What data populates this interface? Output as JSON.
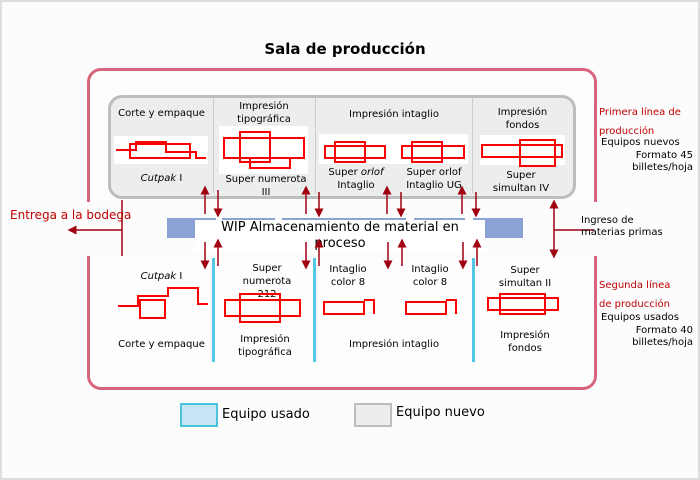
{
  "title": "Sala de producción",
  "top_line": {
    "sections": [
      "Corte y empaque",
      "Impresión tipográfica",
      "Impresión intaglio",
      "Impresión fondos"
    ],
    "machines": {
      "cutpak": "Cutpak",
      "cutpak_num": "I",
      "numerota": "Super numerota III",
      "orlof1_a": "Super",
      "orlof1_b": "orlof",
      "orlof1_c": "Intaglio",
      "orlof2": "Super orlof Intaglio UG",
      "simultan": "Super simultan IV"
    }
  },
  "wip": "WIP Almacenamiento de material en proceso",
  "bottom_line": {
    "sections": [
      "Corte y empaque",
      "Impresión tipográfica",
      "Impresión intaglio",
      "Impresión fondos"
    ],
    "machines": {
      "cutpak": "Cutpak",
      "cutpak_num": "I",
      "numerota": "Super numerota 212",
      "intaglio1": "Intaglio color 8",
      "intaglio2": "Intaglio color 8",
      "simultan": "Super simultan II"
    }
  },
  "labels": {
    "delivery": "Entrega a la bodega",
    "raw": "Ingreso de materias primas",
    "first_line": "Primera línea de producción",
    "first_detail1": "Equipos nuevos",
    "first_detail2": "Formato 45 billetes/hoja",
    "second_line": "Segunda línea de producción",
    "second_detail1": "Equipos usados",
    "second_detail2": "Formato 40 billetes/hoja"
  },
  "legend": {
    "used": "Equipo usado",
    "new": "Equipo nuevo"
  },
  "colors": {
    "line": "#c00000",
    "used": "#c6e4f4",
    "new": "#eceeee",
    "wip": "#8aa3d4"
  }
}
